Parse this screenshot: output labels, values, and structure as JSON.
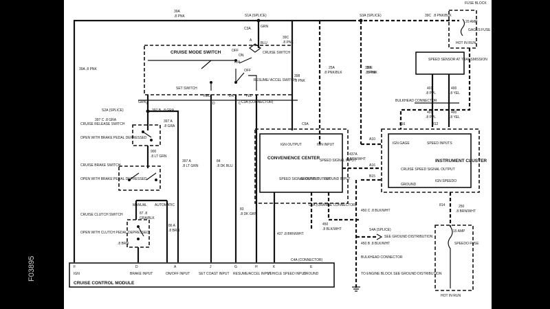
{
  "figure_id": "F03895",
  "top_wires": {
    "w39a": "39A",
    "w39a_color": ".8 PNK",
    "s1a": "S1A (SPLICE)",
    "s3a": "S3A (SPLICE)",
    "w39c": "39C",
    "w39c_color": ".8 PNK/BLK",
    "w39a_left": "39A .8 PNK",
    "c3a": "C3A",
    "c3a_a": "A",
    "c3a_blu": "BLU",
    "w39c_mid": "39C",
    "w39c_mid_color": ".8 PNK",
    "grn": "GRN",
    "w39e": "39E",
    "w39e_color": ".8 PNK",
    "w25a": "25A",
    "w25a_color": ".8 PNK/BLK",
    "w39f": "39 F",
    "w39f_color": ".8 PNK"
  },
  "fuse_block": {
    "title": "FUSE BLOCK",
    "amp": "20 AMP",
    "name": "GAGES FUSE",
    "hot": "HOT IN RUN"
  },
  "cruise_mode_switch": {
    "title": "CRUISE MODE SWITCH",
    "off": "OFF",
    "on": "ON",
    "ra": "R/A",
    "off2": "OFF",
    "cruise_switch": "CRUISE SWITCH",
    "set_switch": "SET SWITCH",
    "resume_switch": "RESUME/ ACCEL SWITCH",
    "red": "RED",
    "dk": "DK",
    "yel": "YEL",
    "grn": "GRN",
    "pin_b": "B",
    "pin_d": "D",
    "pin_c": "C",
    "c3a_conn": "C3A (CONNECTOR)"
  },
  "left_side": {
    "s2a": "S2A (SPLICE)",
    "w397b": "397 B, .8 GRA",
    "w397c": "397 C .8 GRA",
    "w397a_top": "397 A",
    "w397a_top_color": ".8 GRA",
    "release_switch": "CRUISE RELEASE SWITCH",
    "release_open": "OPEN WITH BRAKE PEDAL DEPRESSED",
    "w900": "900",
    "w900_color": ".8 LT GRN",
    "brake_switch": "CRUISE BRAKE SWITCH",
    "brake_open": "OPEN WITH BRAKE PEDAL DEPRESSED",
    "manual": "MANUAL",
    "automatic": "AUTOMATIC",
    "clutch_switch": "CRUISE CLUTCH SWITCH",
    "clutch_open": "OPEN WITH CLUTCH PEDAL DEPRESSED",
    "w87": "87 .8",
    "w87_color": "GRA/BLK",
    "w86a": "86 A",
    "w86a_color": ".8 BRN",
    "w8brn": ".8 BRN",
    "w397a": "397 A",
    "w397a_color": ".8 LT GRN",
    "w84": "84",
    "w84_color": ".8 DK BLU",
    "w83": "83",
    "w83_color": ".8 DK GRN"
  },
  "convenience_center": {
    "c5a_top": "C5A",
    "ign_output": "IGN OUTPUT",
    "ign_input": "IGN INPUT",
    "title": "CONVENIENCE CENTER",
    "speed_signal_input": "SPEED SIGNAL INPUT",
    "speed_signal_output": "SPEED SIGNAL OUTPUT",
    "ground_output": "GROUND OUTPUT",
    "ground_input": "GROUND INPUT",
    "w398": "398",
    "w398_color": ".8 PNK",
    "w437a": "437A",
    "w437a_color": ".8 BRN/WHT",
    "c5a_orange": "C5A (ORANGE CONNECTOR)",
    "w437": "437 .8 BRN/WHT",
    "w450": "450",
    "w450_color": ".8 BLK/WHT",
    "a10": "A10",
    "a16": "A16",
    "b15": "B15"
  },
  "instrument_cluster": {
    "title": "INSTRUMENT CLUSTER",
    "ign_gage": "IGN GAGE",
    "speed_inputs": "SPEED INPUTS",
    "cruise_speed_signal": "CRUISE SPEED SIGNAL OUTPUT",
    "ground": "GROUND",
    "ign_speedo": "IGN SPEEDO",
    "c816": "816",
    "c812": "812",
    "c814": "814",
    "speed_sensor": "SPEED SENSOR AT TRANSMISSION",
    "w401a": "401",
    "w401a_color": ".8 PPL",
    "w400a": "400",
    "w400a_color": ".8 YEL",
    "bulkhead": "BULKHEAD CONNECTOR",
    "w401b": "401",
    "w401b_color": ".8 PPL",
    "w400b": "400",
    "w400b_color": ".8 YEL",
    "w250": "250",
    "w250_color": ".8 BRN/WHT",
    "speedo_amp": "15 AMP",
    "speedo_fuse": "SPEEDO FUSE",
    "hot_run": "HOT IN RUN"
  },
  "ground_dist": {
    "w450c": "450 C .8 BLK/WHT",
    "w450b": "450 B .8 BLK/WHT",
    "s4a": "S4A (SPLICE)",
    "see_ground": "SEE GROUND DISTRIBUTION",
    "bulkhead": "BULKHEAD CONNECTOR",
    "engine_block": "TO ENGINE BLOCK SEE GROUND DISTRIBUTION"
  },
  "module": {
    "c4a": "C4A (CONNECTOR)",
    "pins": [
      "F",
      "D",
      "A",
      "J",
      "G",
      "H",
      "K",
      "E"
    ],
    "ign": "IGN",
    "brake_input": "BRAKE INPUT",
    "onoff_input": "ON/OFF INPUT",
    "setcoast_input": "SET COAST INPUT",
    "resume_input": "RESUME/ACCEL INPUT",
    "vehicle_speed": "VEHICLE SPEED INPUT",
    "ground": "GROUND",
    "title": "CRUISE CONTROL MODULE"
  }
}
